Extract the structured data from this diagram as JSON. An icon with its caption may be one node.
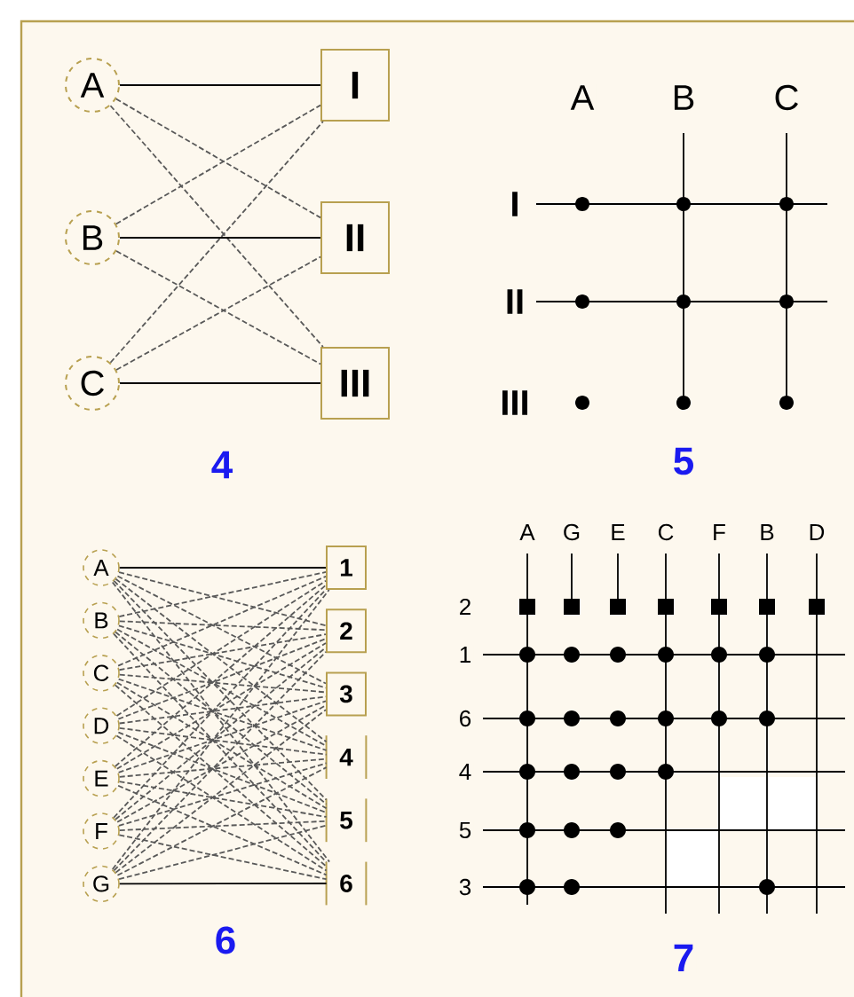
{
  "diagram": {
    "nodes": [
      {
        "text": [
          "A"
        ]
      },
      {
        "text": [
          "B"
        ]
      },
      {
        "text": [
          "C"
        ]
      },
      {
        "text": [
          "I"
        ]
      },
      {
        "text": [
          "II"
        ]
      },
      {
        "text": [
          "III"
        ]
      },
      {
        "text": [
          "A"
        ]
      },
      {
        "text": [
          "B"
        ]
      },
      {
        "text": [
          "C"
        ]
      },
      {
        "text": [
          "D"
        ]
      },
      {
        "text": [
          "E"
        ]
      },
      {
        "text": [
          "F"
        ]
      },
      {
        "text": [
          "G"
        ]
      },
      {
        "text": [
          "1"
        ]
      },
      {
        "text": [
          "2"
        ]
      },
      {
        "text": [
          "3"
        ]
      },
      {
        "text": [
          "4"
        ]
      },
      {
        "text": [
          "5"
        ]
      },
      {
        "text": [
          "6"
        ]
      }
    ],
    "edges": [
      {
        "from": 0,
        "to": 3,
        "arrow": "none"
      },
      {
        "from": 0,
        "to": 4,
        "arrow": "none",
        "style": "dashed"
      },
      {
        "from": 0,
        "to": 5,
        "arrow": "none",
        "style": "dashed"
      },
      {
        "from": 1,
        "to": 3,
        "arrow": "none",
        "style": "dashed"
      },
      {
        "from": 1,
        "to": 4,
        "arrow": "none"
      },
      {
        "from": 1,
        "to": 5,
        "arrow": "none",
        "style": "dashed"
      },
      {
        "from": 2,
        "to": 3,
        "arrow": "none",
        "style": "dashed"
      },
      {
        "from": 2,
        "to": 4,
        "arrow": "none",
        "style": "dashed"
      },
      {
        "from": 2,
        "to": 5,
        "arrow": "none"
      },
      {
        "from": 6,
        "to": 13,
        "arrow": "none"
      },
      {
        "from": 6,
        "to": 14,
        "arrow": "none",
        "style": "dashed"
      },
      {
        "from": 6,
        "to": 15,
        "arrow": "none",
        "style": "dashed"
      },
      {
        "from": 6,
        "to": 16,
        "arrow": "none",
        "style": "dashed"
      },
      {
        "from": 6,
        "to": 17,
        "arrow": "none",
        "style": "dashed"
      },
      {
        "from": 6,
        "to": 18,
        "arrow": "none",
        "style": "dashed"
      },
      {
        "from": 7,
        "to": 13,
        "arrow": "none",
        "style": "dashed"
      },
      {
        "from": 7,
        "to": 14,
        "arrow": "none",
        "style": "dashed"
      },
      {
        "from": 7,
        "to": 15,
        "arrow": "none",
        "style": "dashed"
      },
      {
        "from": 7,
        "to": 16,
        "arrow": "none",
        "style": "dashed"
      },
      {
        "from": 7,
        "to": 17,
        "arrow": "none",
        "style": "dashed"
      },
      {
        "from": 7,
        "to": 18,
        "arrow": "none",
        "style": "dashed"
      },
      {
        "from": 8,
        "to": 13,
        "arrow": "none",
        "style": "dashed"
      },
      {
        "from": 8,
        "to": 14,
        "arrow": "none",
        "style": "dashed"
      },
      {
        "from": 8,
        "to": 15,
        "arrow": "none",
        "style": "dashed"
      },
      {
        "from": 8,
        "to": 16,
        "arrow": "none",
        "style": "dashed"
      },
      {
        "from": 8,
        "to": 17,
        "arrow": "none",
        "style": "dashed"
      },
      {
        "from": 8,
        "to": 18,
        "arrow": "none",
        "style": "dashed"
      },
      {
        "from": 9,
        "to": 13,
        "arrow": "none",
        "style": "dashed"
      },
      {
        "from": 9,
        "to": 14,
        "arrow": "none",
        "style": "dashed"
      },
      {
        "from": 9,
        "to": 15,
        "arrow": "none",
        "style": "dashed"
      },
      {
        "from": 9,
        "to": 16,
        "arrow": "none",
        "style": "dashed"
      },
      {
        "from": 9,
        "to": 17,
        "arrow": "none",
        "style": "dashed"
      },
      {
        "from": 9,
        "to": 18,
        "arrow": "none",
        "style": "dashed"
      },
      {
        "from": 10,
        "to": 13,
        "arrow": "none",
        "style": "dashed"
      },
      {
        "from": 10,
        "to": 14,
        "arrow": "none",
        "style": "dashed"
      },
      {
        "from": 10,
        "to": 15,
        "arrow": "none",
        "style": "dashed"
      },
      {
        "from": 10,
        "to": 16,
        "arrow": "none",
        "style": "dashed"
      },
      {
        "from": 10,
        "to": 17,
        "arrow": "none",
        "style": "dashed"
      },
      {
        "from": 10,
        "to": 18,
        "arrow": "none",
        "style": "dashed"
      },
      {
        "from": 11,
        "to": 13,
        "arrow": "none",
        "style": "dashed"
      },
      {
        "from": 11,
        "to": 14,
        "arrow": "none",
        "style": "dashed"
      },
      {
        "from": 11,
        "to": 15,
        "arrow": "none",
        "style": "dashed"
      },
      {
        "from": 11,
        "to": 16,
        "arrow": "none",
        "style": "dashed"
      },
      {
        "from": 11,
        "to": 17,
        "arrow": "none",
        "style": "dashed"
      },
      {
        "from": 11,
        "to": 18,
        "arrow": "none",
        "style": "dashed"
      },
      {
        "from": 12,
        "to": 13,
        "arrow": "none",
        "style": "dashed"
      },
      {
        "from": 12,
        "to": 14,
        "arrow": "none",
        "style": "dashed"
      },
      {
        "from": 12,
        "to": 15,
        "arrow": "none",
        "style": "dashed"
      },
      {
        "from": 12,
        "to": 16,
        "arrow": "none",
        "style": "dashed"
      },
      {
        "from": 12,
        "to": 17,
        "arrow": "none",
        "style": "dashed"
      },
      {
        "from": 12,
        "to": 18,
        "arrow": "none"
      }
    ],
    "labels": [
      "A",
      "B",
      "C",
      "I",
      "II",
      "III",
      "4",
      "5",
      "A",
      "G",
      "E",
      "C",
      "F",
      "B",
      "D",
      "2",
      "1",
      "6",
      "4",
      "5",
      "3",
      "6",
      "7"
    ]
  }
}
